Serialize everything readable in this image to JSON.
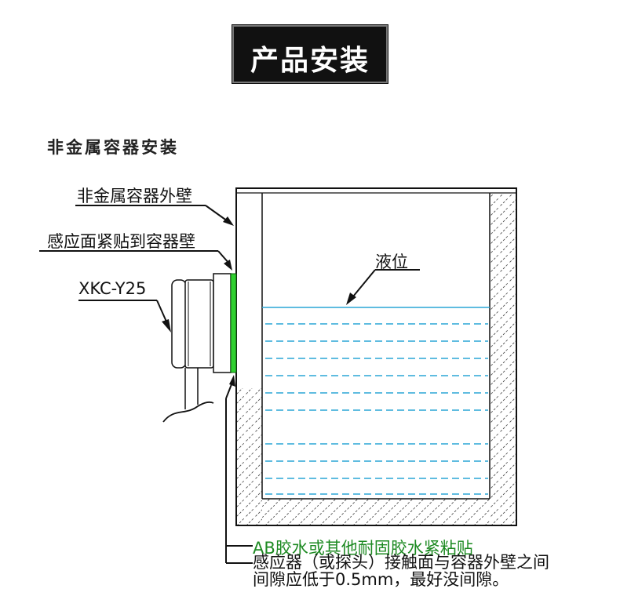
{
  "title": "产品安装",
  "section_label": "非金属容器安装",
  "labels": {
    "outer_wall": "非金属容器外壁",
    "sensor_face": "感应面紧贴到容器壁",
    "model": "XKC-Y25",
    "liquid_level": "液位",
    "glue": "AB胶水或其他耐固胶水紧粘贴",
    "note_line1": "感应器（或探头）接触面与容器外壁之间",
    "note_line2": "间隙应低于0.5mm，最好没间隙。"
  },
  "colors": {
    "liquid": "#2aa6d6",
    "sensor_face": "#2fd12f",
    "glue_text": "#1d8a22",
    "title_bg": "#111111"
  }
}
